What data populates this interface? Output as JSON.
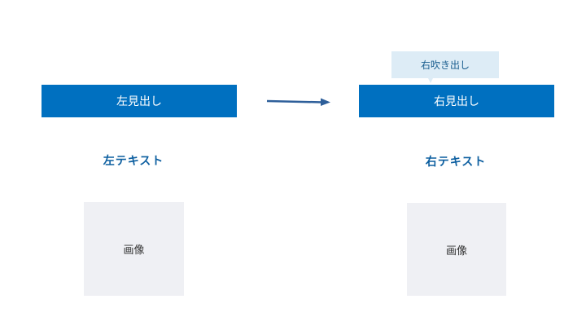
{
  "left": {
    "heading": "左見出し",
    "text": "左テキスト",
    "image_label": "画像"
  },
  "right": {
    "callout": "右吹き出し",
    "heading": "右見出し",
    "text": "右テキスト",
    "image_label": "画像"
  },
  "colors": {
    "heading_bar": "#0070c0",
    "callout_bg": "#ddecf6",
    "label_text": "#0d5fa0",
    "image_placeholder": "#eff0f4",
    "arrow": "#2e5f9a"
  },
  "icons": {
    "connector": "right-arrow-icon"
  }
}
